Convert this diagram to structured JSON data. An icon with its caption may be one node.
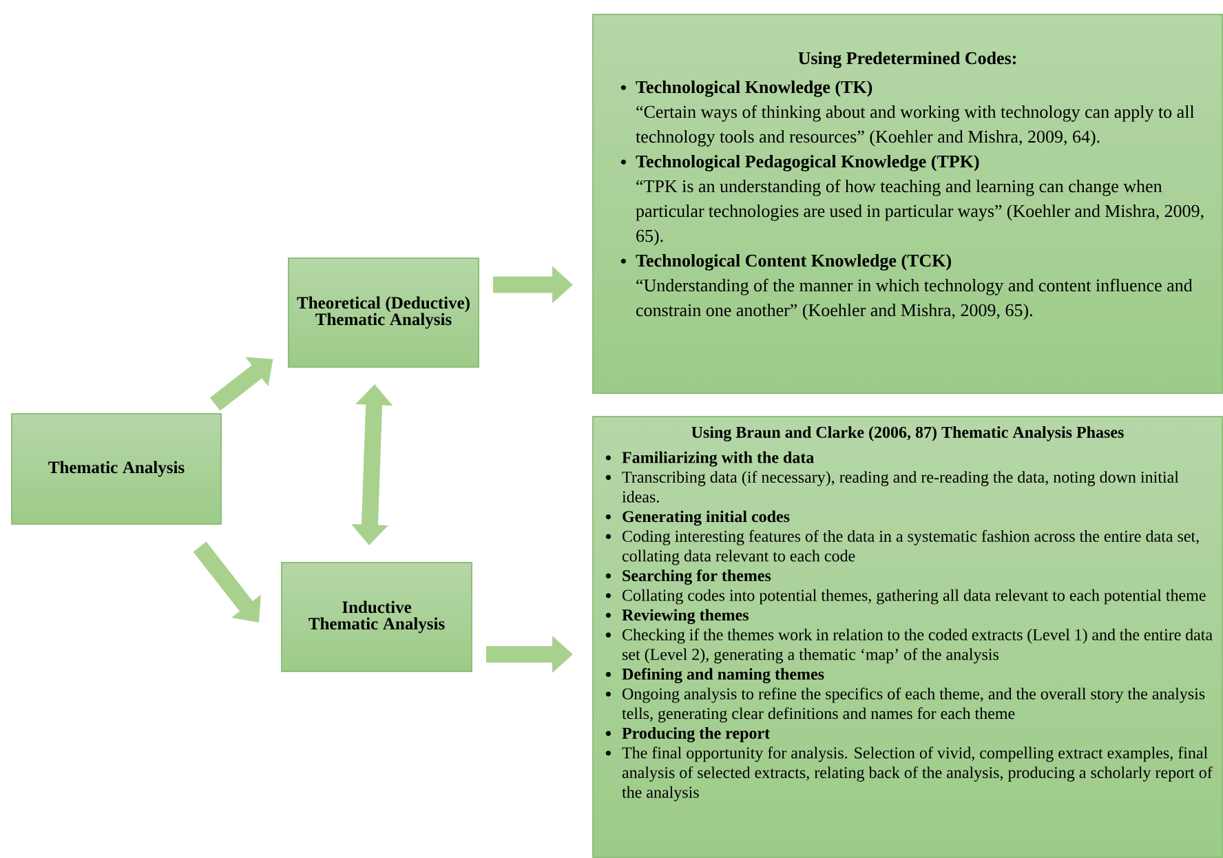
{
  "diagram": {
    "nodes": [
      {
        "text": [
          "Thematic Analysis"
        ]
      },
      {
        "text": [
          "Theoretical (Deductive) Thematic Analysis"
        ]
      },
      {
        "text": [
          "Inductive Thematic Analysis"
        ]
      },
      {
        "text": [
          "Using Predetermined Codes:",
          "Technological Knowledge (TK)",
          "“Certain ways of thinking about and working with technology can apply to all technology tools and resources” (Koehler and Mishra, 2009, 64).",
          "Technological Pedagogical Knowledge (TPK)",
          "“TPK is an understanding of how teaching and learning can change when particular technologies are used in particular ways” (Koehler and Mishra, 2009, 65).",
          "Technological Content Knowledge (TCK)",
          "“Understanding of the manner in which technology and content influence and constrain one another” (Koehler and Mishra, 2009, 65)."
        ]
      },
      {
        "text": [
          "Using Braun and Clarke (2006, 87) Thematic Analysis Phases",
          "Familiarizing with the data",
          "Transcribing data (if necessary), reading and re-reading the data, noting down initial ideas.",
          "Generating initial codes",
          "Coding interesting features of the data in a systematic fashion across the entire data set, collating data relevant to each code",
          "Searching for themes",
          "Collating codes into potential themes, gathering all data relevant to each potential theme",
          "Reviewing themes",
          "Checking if the themes work in relation to the coded extracts (Level 1) and the entire data set (Level 2), generating a thematic ‘map’ of the analysis",
          "Defining and naming themes",
          "Ongoing analysis to refine the specifics of each theme, and the overall story the analysis tells, generating clear definitions and names for each theme",
          "Producing the report",
          "The final opportunity for analysis. Selection of vivid, compelling extract examples, final analysis of selected extracts, relating back of the analysis, producing a scholarly report of the analysis"
        ]
      }
    ],
    "edges": [
      {
        "from": 0,
        "to": 1,
        "arrow": "to"
      },
      {
        "from": 0,
        "to": 2,
        "arrow": "to"
      },
      {
        "from": 1,
        "to": 2,
        "arrow": "both"
      },
      {
        "from": 1,
        "to": 3,
        "arrow": "to"
      },
      {
        "from": 2,
        "to": 4,
        "arrow": "to"
      }
    ]
  }
}
